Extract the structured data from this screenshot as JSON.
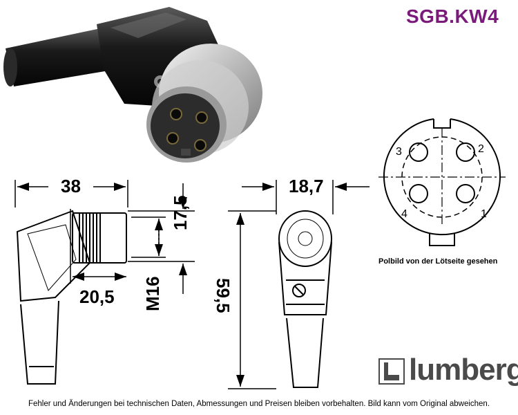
{
  "product_code": "SGB.KW4",
  "dimensions": {
    "length": "38",
    "width": "18,7",
    "shank_length": "20,5",
    "diameter": "17,5",
    "thread": "M16",
    "height": "59,5"
  },
  "pin_numbers": [
    "1",
    "2",
    "3",
    "4"
  ],
  "pin_caption": "Polbild von der Lötseite gesehen",
  "brand_name": "lumberg",
  "footer_text": "Fehler und Änderungen bei technischen Daten, Abmessungen und Preisen bleiben vorbehalten. Bild kann vom Original abweichen.",
  "colors": {
    "title": "#7a1a7a",
    "brand": "#4a4a4a"
  }
}
